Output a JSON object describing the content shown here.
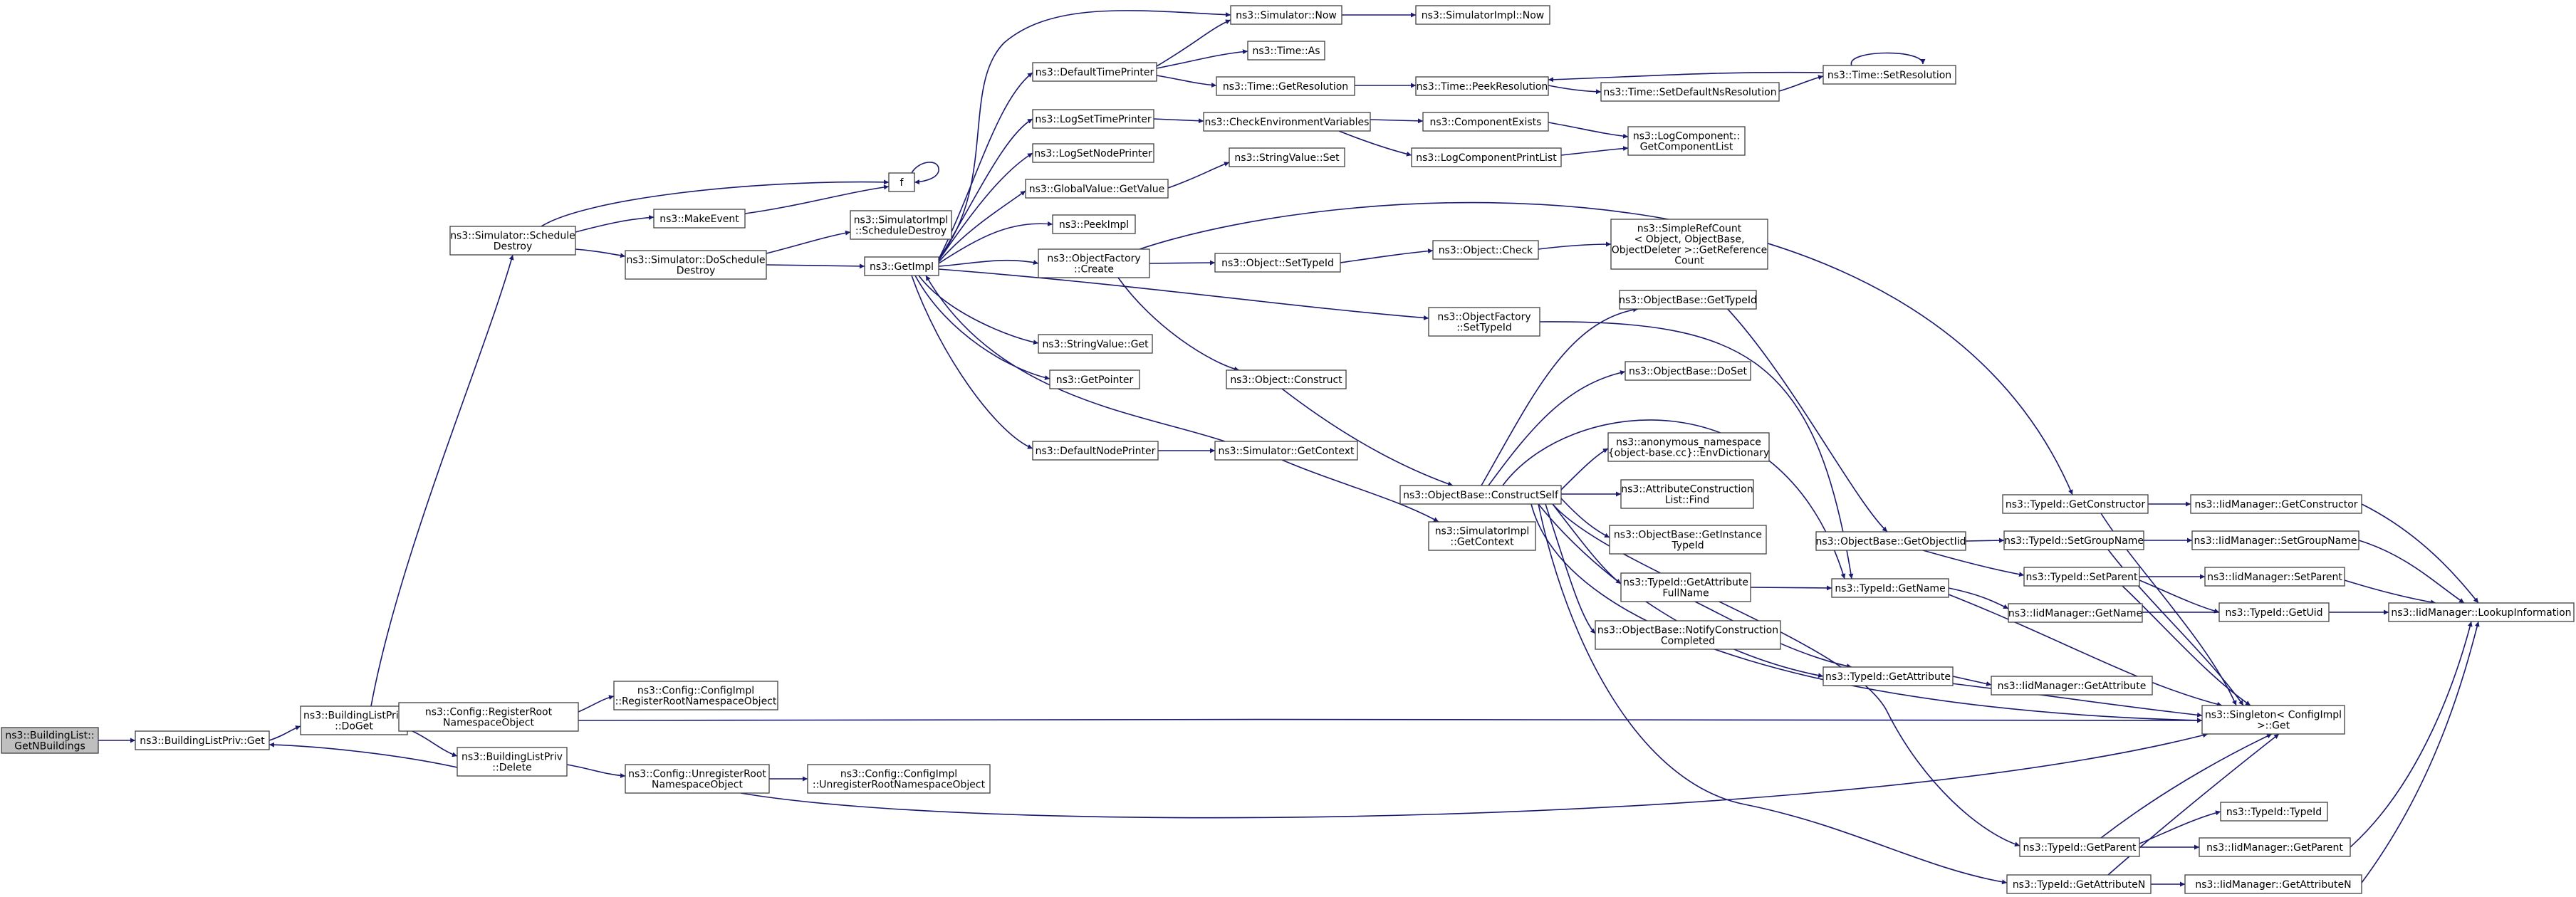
{
  "colors": {
    "edge": "#191970",
    "node_border": "#404040",
    "root_fill": "#bfbfbf",
    "node_fill": "#ffffff"
  },
  "nodes": {
    "n_root": [
      "ns3::BuildingList::",
      "GetNBuildings"
    ],
    "n_blpget": [
      "ns3::BuildingListPriv::Get"
    ],
    "n_doget": [
      "ns3::BuildingListPriv",
      "::DoGet"
    ],
    "n_delete": [
      "ns3::BuildingListPriv",
      "::Delete"
    ],
    "n_regroot": [
      "ns3::Config::RegisterRoot",
      "NamespaceObject"
    ],
    "n_cfgreg": [
      "ns3::Config::ConfigImpl",
      "::RegisterRootNamespaceObject"
    ],
    "n_unregroot": [
      "ns3::Config::UnregisterRoot",
      "NamespaceObject"
    ],
    "n_cfgunreg": [
      "ns3::Config::ConfigImpl",
      "::UnregisterRootNamespaceObject"
    ],
    "n_schdestroy": [
      "ns3::Simulator::Schedule",
      "Destroy"
    ],
    "n_f": [
      "f"
    ],
    "n_makeevent": [
      "ns3::MakeEvent"
    ],
    "n_doschdestroy": [
      "ns3::Simulator::DoSchedule",
      "Destroy"
    ],
    "n_simimplsch": [
      "ns3::SimulatorImpl",
      "::ScheduleDestroy"
    ],
    "n_getimpl": [
      "ns3::GetImpl"
    ],
    "n_simnow": [
      "ns3::Simulator::Now"
    ],
    "n_simimplnow": [
      "ns3::SimulatorImpl::Now"
    ],
    "n_deftime": [
      "ns3::DefaultTimePrinter"
    ],
    "n_timeas": [
      "ns3::Time::As"
    ],
    "n_timegetres": [
      "ns3::Time::GetResolution"
    ],
    "n_timepeek": [
      "ns3::Time::PeekResolution"
    ],
    "n_timesetdef": [
      "ns3::Time::SetDefaultNsResolution"
    ],
    "n_timesetres": [
      "ns3::Time::SetResolution"
    ],
    "n_logtime": [
      "ns3::LogSetTimePrinter"
    ],
    "n_checkenv": [
      "ns3::CheckEnvironmentVariables"
    ],
    "n_compexists": [
      "ns3::ComponentExists"
    ],
    "n_logcomplist": [
      "ns3::LogComponent::",
      "GetComponentList"
    ],
    "n_logprintlist": [
      "ns3::LogComponentPrintList"
    ],
    "n_lognode": [
      "ns3::LogSetNodePrinter"
    ],
    "n_gvgetval": [
      "ns3::GlobalValue::GetValue"
    ],
    "n_svset": [
      "ns3::StringValue::Set"
    ],
    "n_peekimpl": [
      "ns3::PeekImpl"
    ],
    "n_ofcreate": [
      "ns3::ObjectFactory",
      "::Create"
    ],
    "n_objsettid": [
      "ns3::Object::SetTypeId"
    ],
    "n_objcheck": [
      "ns3::Object::Check"
    ],
    "n_refcount": [
      "ns3::SimpleRefCount",
      "< Object, ObjectBase,",
      "ObjectDeleter >::GetReference",
      "Count"
    ],
    "n_ofsettid": [
      "ns3::ObjectFactory",
      "::SetTypeId"
    ],
    "n_svget": [
      "ns3::StringValue::Get"
    ],
    "n_getptr": [
      "ns3::GetPointer"
    ],
    "n_objconstruct": [
      "ns3::Object::Construct"
    ],
    "n_defnode": [
      "ns3::DefaultNodePrinter"
    ],
    "n_simgetctx": [
      "ns3::Simulator::GetContext"
    ],
    "n_simimplctx": [
      "ns3::SimulatorImpl",
      "::GetContext"
    ],
    "n_constructself": [
      "ns3::ObjectBase::ConstructSelf"
    ],
    "n_obgettid": [
      "ns3::ObjectBase::GetTypeId"
    ],
    "n_obdoset": [
      "ns3::ObjectBase::DoSet"
    ],
    "n_envdict": [
      "ns3::anonymous_namespace",
      "{object-base.cc}::EnvDictionary"
    ],
    "n_acfind": [
      "ns3::AttributeConstruction",
      "List::Find"
    ],
    "n_obgetinst": [
      "ns3::ObjectBase::GetInstance",
      "TypeId"
    ],
    "n_tidgetattrfull": [
      "ns3::TypeId::GetAttribute",
      "FullName"
    ],
    "n_obnotify": [
      "ns3::ObjectBase::NotifyConstruction",
      "Completed"
    ],
    "n_obgetoid": [
      "ns3::ObjectBase::GetObjectIid"
    ],
    "n_tidgetname": [
      "ns3::TypeId::GetName"
    ],
    "n_tidgetattr": [
      "ns3::TypeId::GetAttribute"
    ],
    "n_tidgetctor": [
      "ns3::TypeId::GetConstructor"
    ],
    "n_tidsetgroup": [
      "ns3::TypeId::SetGroupName"
    ],
    "n_tidsetparent": [
      "ns3::TypeId::SetParent"
    ],
    "n_tidgetparent": [
      "ns3::TypeId::GetParent"
    ],
    "n_tidgetattrn": [
      "ns3::TypeId::GetAttributeN"
    ],
    "n_iidgetctor": [
      "ns3::IidManager::GetConstructor"
    ],
    "n_iidsetgroup": [
      "ns3::IidManager::SetGroupName"
    ],
    "n_iidsetparent": [
      "ns3::IidManager::SetParent"
    ],
    "n_tidgetuid": [
      "ns3::TypeId::GetUid"
    ],
    "n_iidgetname": [
      "ns3::IidManager::GetName"
    ],
    "n_iidlookup": [
      "ns3::IidManager::LookupInformation"
    ],
    "n_iidgetattr": [
      "ns3::IidManager::GetAttribute"
    ],
    "n_singleton": [
      "ns3::Singleton< ConfigImpl",
      " >::Get"
    ],
    "n_tidtid": [
      "ns3::TypeId::TypeId"
    ],
    "n_iidgetparent": [
      "ns3::IidManager::GetParent"
    ],
    "n_iidgetattrn": [
      "ns3::IidManager::GetAttributeN"
    ]
  }
}
